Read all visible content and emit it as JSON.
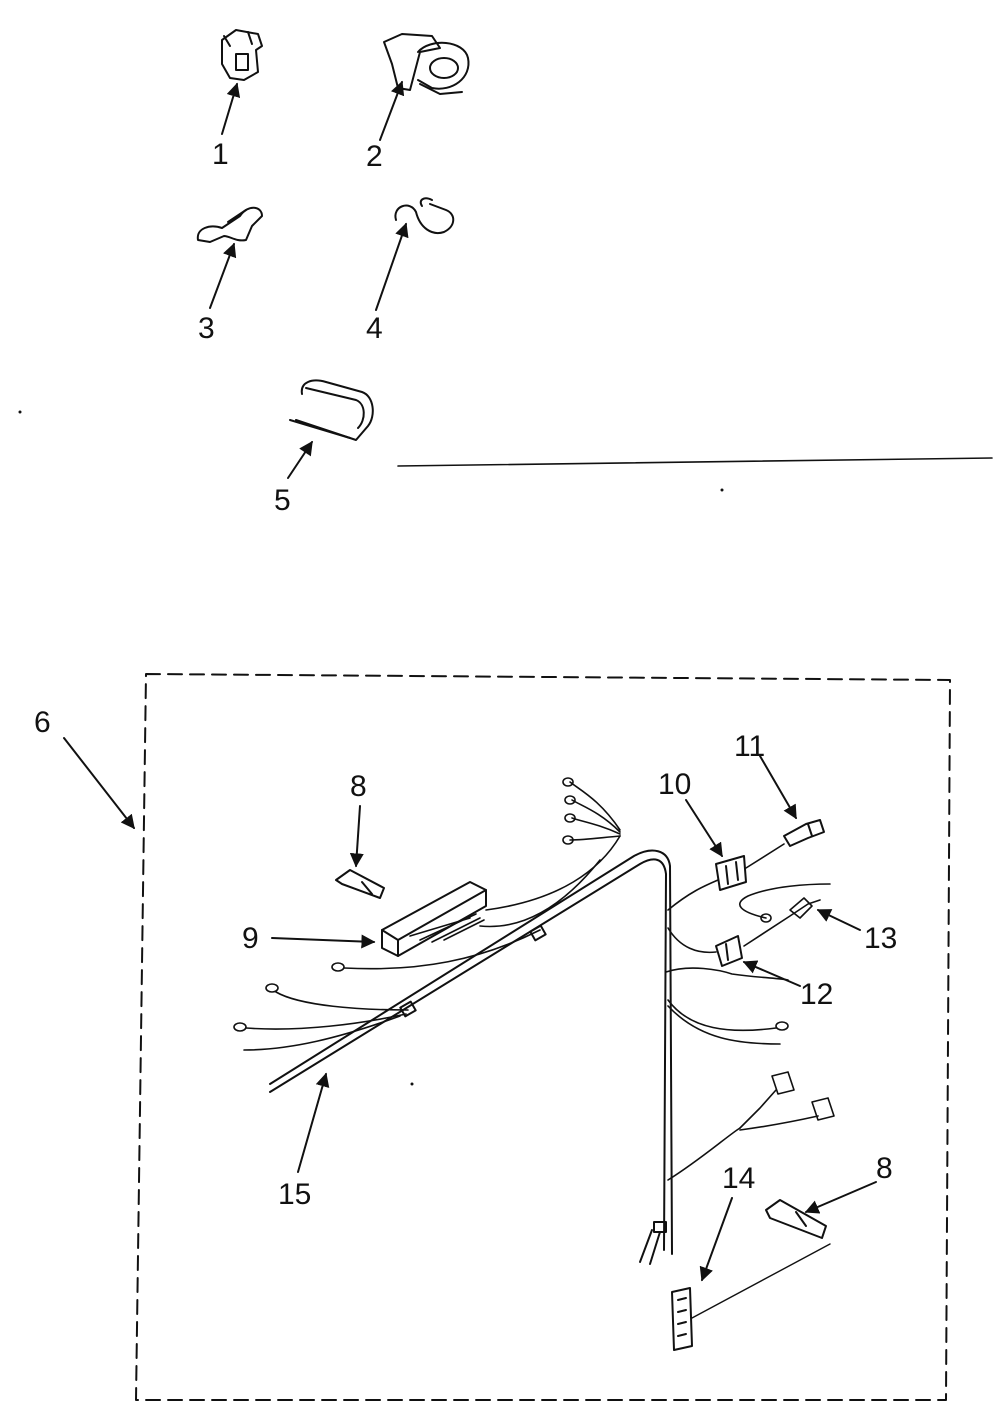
{
  "diagram": {
    "colors": {
      "ink": "#111111",
      "paper": "#ffffff"
    },
    "callouts": [
      "1",
      "2",
      "3",
      "4",
      "5",
      "6",
      "8",
      "9",
      "10",
      "11",
      "12",
      "13",
      "14",
      "15",
      "8"
    ]
  }
}
